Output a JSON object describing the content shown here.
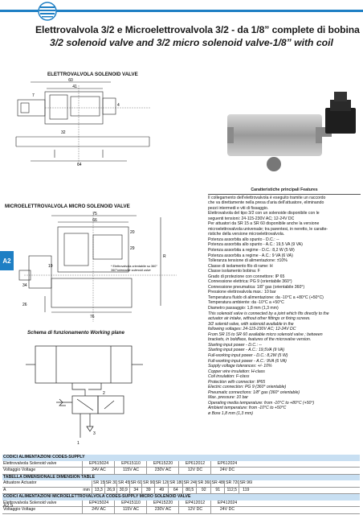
{
  "header": {
    "title_it": "Elettrovalvola 3/2 e Microelettrovalvola 3/2 - da 1/8” complete di bobina",
    "title_en": "3/2 solenoid valve and 3/2 micro solenoid valve-1/8” with coil"
  },
  "sections": {
    "solenoid_valve": "ELETTROVALVOLA SOLENOID VALVE",
    "micro_solenoid_valve": "MICROELETTROVALVOLA MICRO SOLENOID VALVE",
    "working_plane": "Schema di funzionamento Working plane"
  },
  "drawing_labels": {
    "top_dims": [
      "60",
      "41",
      "7",
      "4",
      "32",
      "64"
    ],
    "micro_dims": [
      "75",
      "66",
      "20",
      "29",
      "19",
      "76",
      "34",
      "26",
      "R"
    ],
    "micro_note": [
      "* Elettrovalvola orientabile su 360°",
      "360°orientable solenoid valve"
    ],
    "ports": [
      "1",
      "2",
      "3"
    ]
  },
  "side_tab": "A2",
  "page_number": "A2.5",
  "features": {
    "heading": "Caratteristiche principali Features",
    "lines_it": [
      "Il collegamento dell’elettrovalvola è eseguito tramite un raccordo",
      "che va direttamente nella presa d’aria dell’attuatore, eliminando",
      "pezzi intermedi e viti di fissaggio.",
      "Elettrovalvola del tipo 3/2 con un solenoide disponibile con le",
      "seguenti tensioni: 24-115-230V AC; 12-24V DC",
      "Per attuatori da SR 15 a SR 60 disponibile anche la versione",
      "microelettrovalvola universale; tra parentesi, in neretto, le caratte-",
      "ristiche della versione microelettrovalvola.",
      "Potenza assorbita allo spunto - D.C.: --",
      "Potenza assorbita allo spunto - A.C.: 19,5 VA (9 VA)",
      "Potenza assorbita a regime - D.C.: 8,2 W (5 W)",
      "Potenza assorbita a regime - A.C.: 9 VA (6 VA)",
      "Tolleranza tensione di alimentazione: ±10%",
      "Classe di isolamento filo di rame: H",
      "Classe isolamento bobina: F",
      "Grado di protezione con connettore: IP 65",
      "Connessione elettrica: PG 9 (orientabile 360°)",
      "Connessione pneumatica: 1/8” gas (orientabile 360°)",
      "Pressione elettrovalvola max.: 10 bar",
      "Temperatura fluido di alimentazione: da -10°C a +80°C (+50°C)",
      "Temperatura ambiente: da -10°C a +50°C",
      "Diametro passaggio: 1,8 mm (1,3 mm)"
    ],
    "lines_en": [
      "This solenoid valve is connected by a joint which fits directly to the",
      "actuator air intake, without other fittings or fixing screws.",
      "3/2 solenid valve, with solenoid available in the",
      "following voltages: 24-115-230V AC; 12-24V DC",
      "From SR 15 to SR 60 available micro solenoid valve ; between",
      "brackets, in boldface, features of the microvalve version.",
      "Starting input power - D.C.: --",
      "Starting input power - A.C.: 19,5VA (9 VA)",
      "Full-working input power - D.C.: 8,2W (5 W)",
      "Full-working input power - A.C.: 9VA (6 VA)",
      "Supply voltage tolerances: +/- 10%",
      "Copper wire insulation: H-class",
      "Coil insulation: F-class",
      "Protection with connector: IP65",
      "Electric connection: PG 9 (360° orientable)",
      "Pneumatic connections: 1/8” gas (360° orientable)",
      "Max. pressure: 10 bar",
      "Operating media temperature: from -10°C to +80°C (+50°)",
      "Ambient temperature: from -10°C to +50°C",
      "ø Bore 1,8 mm (1,3 mm)"
    ]
  },
  "tables": {
    "codes_supply": {
      "heading": "CODICI ALIMENTAZIONI CODES-SUPPLY",
      "rows": [
        [
          "Elettrovalvola Solenoid valve",
          "EP615024",
          "EP615110",
          "EP615220",
          "EP612012",
          "EP612024"
        ],
        [
          "Voltaggio Voltage",
          "24V AC",
          "115V AC",
          "230V AC",
          "12V DC",
          "24V DC"
        ]
      ]
    },
    "dimensions": {
      "heading": "TABELLA DIMENSIONALE DIMENSION TABLE",
      "header": [
        "Attuatore Actuator",
        "SR 15",
        "SR 30",
        "SR 45",
        "SR 60",
        "SR 90",
        "SR 120",
        "SR 180",
        "SR 240",
        "SR 360",
        "SR 480",
        "SR 720",
        "SR 960"
      ],
      "row_label": "A",
      "row_unit": "mm",
      "row": [
        "13,3",
        "26,9",
        "30,9",
        "34",
        "39",
        "49",
        "64",
        "80,5",
        "92",
        "91",
        "112,5",
        "119"
      ]
    },
    "micro_codes": {
      "heading": "CODICI ALIMENTAZIONI MICROELETTROVALVOLA CODES-SUPPLY MICRO SOLENOID VALVE",
      "rows": [
        [
          "Elettrovalvola Solenoid valve",
          "EP415024",
          "EP415110",
          "EP415220",
          "EP412012",
          "EP412024"
        ],
        [
          "Voltaggio Voltage",
          "24V AC",
          "115V AC",
          "230V AC",
          "12V DC",
          "24V DC"
        ]
      ]
    }
  },
  "colors": {
    "accent": "#1e7fc4",
    "band": "#c8dff2"
  }
}
